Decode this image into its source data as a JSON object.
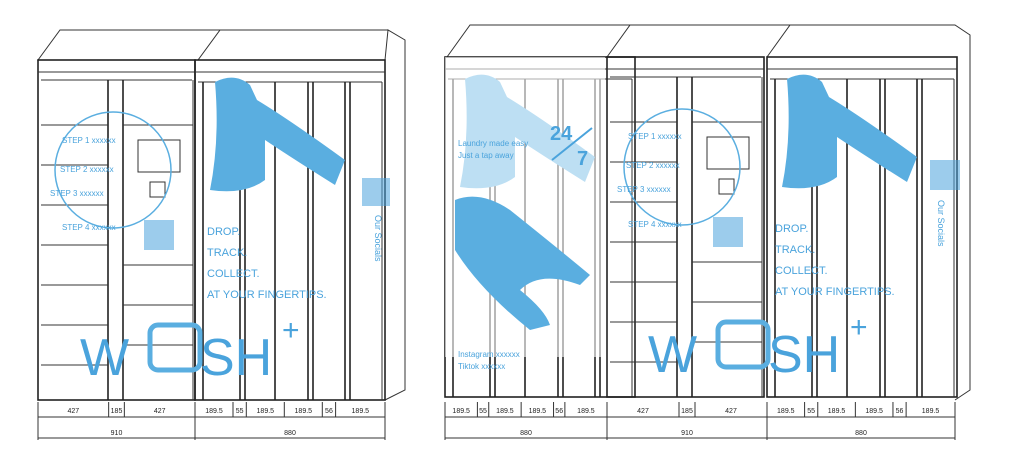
{
  "colors": {
    "brand_blue": "#5aaee0",
    "gradient_bottom": "#b9dcf3",
    "line": "#333333"
  },
  "steps": [
    "STEP 1 xxxxxx",
    "STEP 2 xxxxxx",
    "STEP 3 xxxxxx",
    "STEP 4 xxxxxx"
  ],
  "slogan": [
    "DROP.",
    "TRACK.",
    "COLLECT.",
    "AT YOUR FINGERTIPS."
  ],
  "socials_label": "Our Socials",
  "logo": {
    "text_w": "W",
    "text_sh": "SH",
    "plus": "+"
  },
  "tagline": {
    "line1": "Laundry made easy",
    "line2": "Just a tap away",
    "big1": "24",
    "big2": "7"
  },
  "social_handles": {
    "instagram": "Instagram xxxxxx",
    "tiktok": "Tiktok xxxxxx"
  },
  "dimensions": {
    "control_module": [
      "427",
      "185",
      "427"
    ],
    "six_module": [
      "189.5",
      "55",
      "189.5",
      "189.5",
      "56",
      "189.5"
    ],
    "control_total": "910",
    "six_total": "880"
  }
}
